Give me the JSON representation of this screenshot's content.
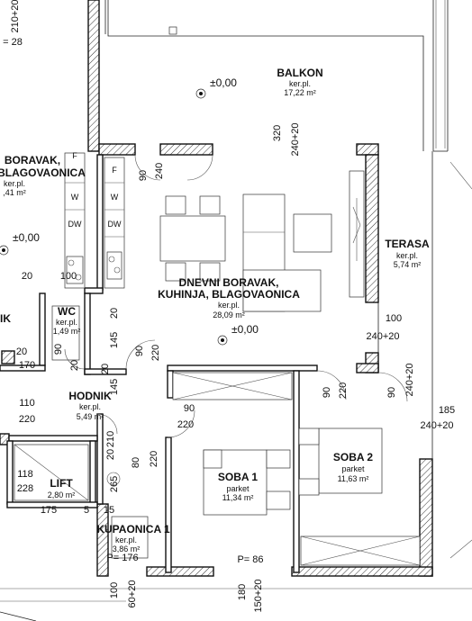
{
  "rooms": {
    "balkon": {
      "name": "BALKON",
      "floor": "ker.pl.",
      "area": "17,22 m²"
    },
    "boravak_left": {
      "name_line1": "BORAVAK,",
      "name_line2": "BLAGOVAONICA",
      "floor": "ker.pl.",
      "area": ",41 m²"
    },
    "dnevni": {
      "name_line1": "DNEVNI BORAVAK,",
      "name_line2": "KUHINJA, BLAGOVAONICA",
      "floor": "ker.pl.",
      "area": "28,09 m²"
    },
    "terasa": {
      "name": "TERASA",
      "floor": "ker.pl.",
      "area": "5,74 m²"
    },
    "wc": {
      "name": "WC",
      "floor": "ker.pl.",
      "area": "1,49 m²"
    },
    "ik": {
      "name": "IK"
    },
    "hodnik": {
      "name": "HODNIK",
      "floor": "ker.pl.",
      "area": "5,49 m²"
    },
    "soba1": {
      "name": "SOBA 1",
      "floor": "parket",
      "area": "11,34 m²"
    },
    "soba2": {
      "name": "SOBA 2",
      "floor": "parket",
      "area": "11,63 m²"
    },
    "lift": {
      "name": "LIFT",
      "area": "2,80 m²"
    },
    "kupaonica": {
      "name": "KUPAONICA 1",
      "floor": "ker.pl.",
      "area": "3,86 m²"
    }
  },
  "levels": {
    "balkon": "±0,00",
    "left": "±0,00",
    "dnevni": "±0,00"
  },
  "dimensions": {
    "top_a": "210+20",
    "top_b": "= 28",
    "d320": "320",
    "d240_20_a": "240+20",
    "d90_a": "90",
    "d240_a": "240",
    "d20_a": "20",
    "d100_a": "100",
    "d20_b": "20",
    "d20_c": "20",
    "d170": "170",
    "d90_b": "90",
    "d145_a": "145",
    "d20_d": "20",
    "d90_c": "90",
    "d220_a": "220",
    "d20_e": "20",
    "d145_b": "145",
    "d110": "110",
    "d220_b": "220",
    "d90_d": "90",
    "d220_c": "220",
    "d210": "210",
    "d20_f": "20",
    "d80": "80",
    "d220_d": "220",
    "d90_e": "90",
    "d220_e": "220",
    "d90_f": "90",
    "d240_20_b": "240+20",
    "d100_b": "100",
    "d240_20_c": "240+20",
    "d185": "185",
    "d240_20_d": "240+20",
    "d118": "118",
    "d228": "228",
    "d265": "265",
    "d175": "175",
    "d5": "5",
    "d15": "15",
    "p176": "P= 176",
    "p86": "P= 86",
    "b100": "100",
    "b60_20": "60+20",
    "b180": "180",
    "b150_20": "150+20"
  },
  "kitchen_labels": {
    "f1": "F",
    "f2": "F",
    "w1": "W",
    "w2": "W",
    "dw1": "DW",
    "dw2": "DW"
  }
}
